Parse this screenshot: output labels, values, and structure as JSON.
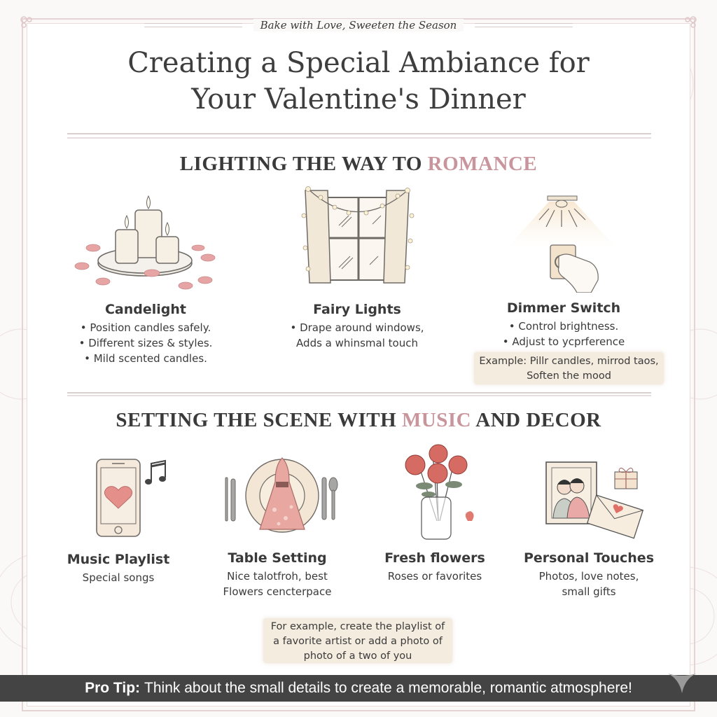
{
  "header": {
    "tagline": "Bake with Love, Sweeten the Season",
    "title_line1": "Creating a Special Ambiance for",
    "title_line2": "Your Valentine's Dinner"
  },
  "colors": {
    "accent_pink": "#c9959c",
    "text_dark": "#3a3a3a",
    "note_bg": "#f5ece0",
    "pro_tip_bg": "#444444",
    "frame": "#e6d3d3"
  },
  "lighting": {
    "title_main": "LIGHTING THE WAY TO ",
    "title_accent": "ROMANCE",
    "items": [
      {
        "icon": "candles-icon",
        "name": "Candelight",
        "lines": [
          "Position candles safely.",
          "Different sizes & styles.",
          "Mild scented candles."
        ]
      },
      {
        "icon": "fairy-lights-window-icon",
        "name": "Fairy Lights",
        "lines": [
          "Drape around windows,",
          "Adds a whinsmal touch"
        ]
      },
      {
        "icon": "dimmer-switch-icon",
        "name": "Dimmer Switch",
        "lines": [
          "Control brightness.",
          "Adjust to ycprference"
        ]
      }
    ],
    "note": {
      "line1": "Example: Pillr candles, mirrod taos,",
      "line2": "Soften the mood"
    }
  },
  "decor": {
    "title_main_1": "SETTING THE SCENE WITH ",
    "title_accent": "MUSIC",
    "title_main_2": " AND DECOR",
    "items": [
      {
        "icon": "phone-music-icon",
        "name": "Music Playlist",
        "lines": [
          "Special songs"
        ]
      },
      {
        "icon": "table-setting-icon",
        "name": "Table Setting",
        "lines": [
          "Nice talotfroh, best",
          "Flowers cencterpace"
        ]
      },
      {
        "icon": "roses-vase-icon",
        "name": "Fresh flowers",
        "lines": [
          "Roses or favorites"
        ]
      },
      {
        "icon": "photo-letter-gift-icon",
        "name": "Personal Touches",
        "lines": [
          "Photos, love notes,",
          "small gifts"
        ]
      }
    ],
    "note": {
      "line1": "For example, create the playlist of",
      "line2": "a favorite artist or add a photo of",
      "line3": "photo of a two of you"
    }
  },
  "pro_tip": {
    "label": "Pro Tip:",
    "text": "Think about the small details to create a memorable, romantic atmosphere!"
  }
}
